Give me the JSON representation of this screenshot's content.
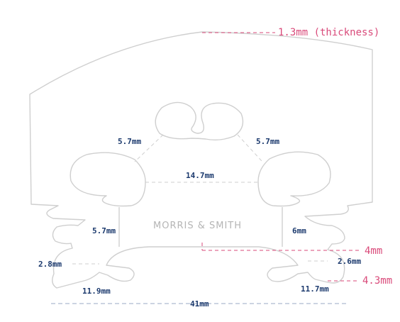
{
  "colors": {
    "outline": "#cfcfcf",
    "dimension_text": "#1c3a6e",
    "highlight": "#d94a7a",
    "brand_text": "#b5b5b5"
  },
  "brand": {
    "text": "MORRIS & SMITH"
  },
  "dimensions": {
    "thickness": "1.3mm (thickness)",
    "upper_left_leg": "5.7mm",
    "upper_right_leg": "5.7mm",
    "center_width": "14.7mm",
    "left_side": "5.7mm",
    "right_side": "6mm",
    "left_foot_height": "2.8mm",
    "right_foot_height": "2.6mm",
    "heart_height": "4mm",
    "foot_height": "4.3mm",
    "left_foot_width": "11.9mm",
    "right_foot_width": "11.7mm",
    "total_width": "41mm"
  }
}
